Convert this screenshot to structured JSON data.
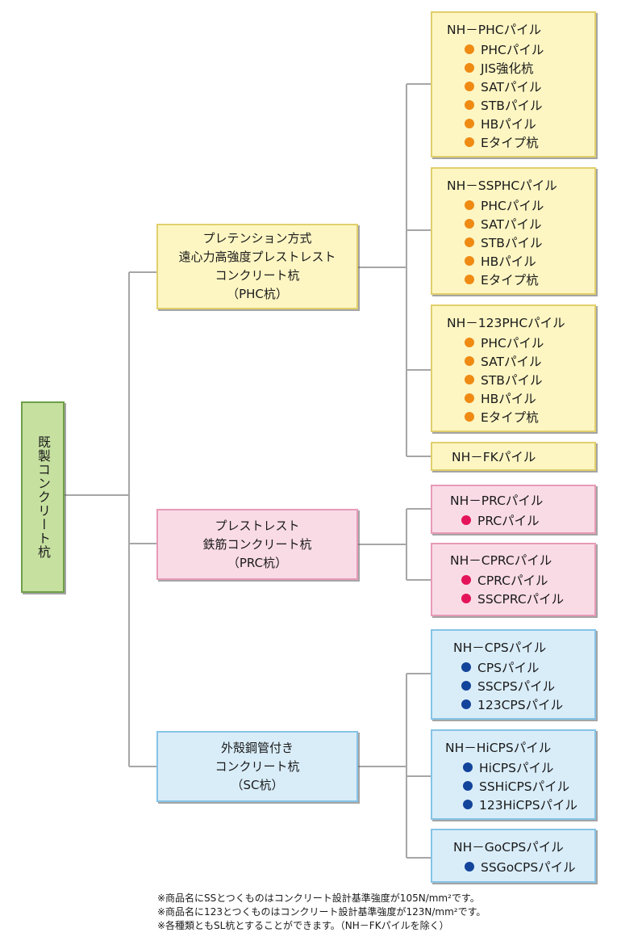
{
  "colors": {
    "orange_dot": "#ef8a13",
    "pink_dot": "#e4145b",
    "blue_dot": "#13449b",
    "connector": "#a6a6a6"
  },
  "root": {
    "label": "既製コンクリート杭"
  },
  "categories": {
    "phc": {
      "lines": [
        "プレテンション方式",
        "遠心力高強度プレストレスト",
        "コンクリート杭",
        "（PHC杭）"
      ]
    },
    "prc": {
      "lines": [
        "プレストレスト",
        "鉄筋コンクリート杭",
        "（PRC杭）"
      ]
    },
    "sc": {
      "lines": [
        "外殻鋼管付き",
        "コンクリート杭",
        "（SC杭）"
      ]
    }
  },
  "products": {
    "nh_phc": {
      "name": "NH－PHCパイル",
      "items": [
        "PHCパイル",
        "JIS強化杭",
        "SATパイル",
        "STBパイル",
        "HBパイル",
        "Eタイプ杭"
      ]
    },
    "nh_ssphc": {
      "name": "NH－SSPHCパイル",
      "items": [
        "PHCパイル",
        "SATパイル",
        "STBパイル",
        "HBパイル",
        "Eタイプ杭"
      ]
    },
    "nh_123phc": {
      "name": "NH－123PHCパイル",
      "items": [
        "PHCパイル",
        "SATパイル",
        "STBパイル",
        "HBパイル",
        "Eタイプ杭"
      ]
    },
    "nh_fk": {
      "name": "NH－FKパイル"
    },
    "nh_prc": {
      "name": "NH－PRCパイル",
      "items": [
        "PRCパイル"
      ]
    },
    "nh_cprc": {
      "name": "NH－CPRCパイル",
      "items": [
        "CPRCパイル",
        "SSCPRCパイル"
      ]
    },
    "nh_cps": {
      "name": "NH－CPSパイル",
      "items": [
        "CPSパイル",
        "SSCPSパイル",
        "123CPSパイル"
      ]
    },
    "nh_hicps": {
      "name": "NH－HiCPSパイル",
      "items": [
        "HiCPSパイル",
        "SSHiCPSパイル",
        "123HiCPSパイル"
      ]
    },
    "nh_gocps": {
      "name": "NH－GoCPSパイル",
      "items": [
        "SSGoCPSパイル"
      ]
    }
  },
  "notes": [
    "※商品名にSSとつくものはコンクリート設計基準強度が105N/mm²です。",
    "※商品名に123とつくものはコンクリート設計基準強度が123N/mm²です。",
    "※各種類ともSL杭とすることができます。（NH－FKパイルを除く）"
  ]
}
